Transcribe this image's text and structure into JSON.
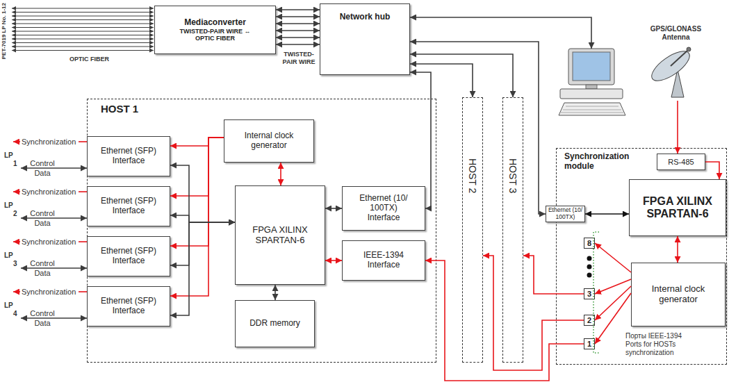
{
  "diagram": {
    "nodes": [
      {
        "text": [
          "Mediaconverter",
          "TWISTED-PAIR WIRE ↔ OPTIC FIBER"
        ]
      },
      {
        "text": [
          "Network hub"
        ]
      },
      {
        "text": [
          "HOST 1"
        ]
      },
      {
        "text": [
          "Internal clock generator"
        ],
        "in": 2
      },
      {
        "text": [
          "Ethernet (SFP) Interface"
        ],
        "in": 2
      },
      {
        "text": [
          "Ethernet (SFP) Interface"
        ],
        "in": 2
      },
      {
        "text": [
          "Ethernet (SFP) Interface"
        ],
        "in": 2
      },
      {
        "text": [
          "Ethernet (SFP) Interface"
        ],
        "in": 2
      },
      {
        "text": [
          "FPGA XILINX SPARTAN-6"
        ],
        "in": 2
      },
      {
        "text": [
          "Ethernet (10/ 100TX) Interface"
        ],
        "in": 2
      },
      {
        "text": [
          "IEEE-1394 Interface"
        ],
        "in": 2
      },
      {
        "text": [
          "DDR memory"
        ],
        "in": 2
      },
      {
        "text": [
          "HOST 2"
        ]
      },
      {
        "text": [
          "HOST 3"
        ]
      },
      {
        "text": [
          "Synchronization module"
        ]
      },
      {
        "text": [
          "RS-485"
        ],
        "in": 14
      },
      {
        "text": [
          "Ethernet (10/ 100TX)"
        ],
        "in": 14
      },
      {
        "text": [
          "FPGA XILINX SPARTAN-6"
        ],
        "in": 14
      },
      {
        "text": [
          "8"
        ],
        "in": 14
      },
      {
        "text": [
          "3"
        ],
        "in": 14
      },
      {
        "text": [
          "2"
        ],
        "in": 14
      },
      {
        "text": [
          "1"
        ],
        "in": 14
      },
      {
        "text": [
          "Internal clock generator"
        ],
        "in": 14
      }
    ],
    "edges": [
      {
        "from": 0,
        "to": 1,
        "arrow": "both"
      },
      {
        "from": 0,
        "to": 1,
        "arrow": "both"
      },
      {
        "from": 0,
        "to": 1,
        "arrow": "both"
      },
      {
        "from": 0,
        "to": 1,
        "arrow": "both"
      },
      {
        "from": 0,
        "to": 1,
        "arrow": "both"
      },
      {
        "from": 0,
        "to": 1,
        "arrow": "both"
      },
      {
        "from": 1,
        "to": 9,
        "arrow": "both"
      },
      {
        "from": 1,
        "to": 12,
        "arrow": "both"
      },
      {
        "from": 1,
        "to": 13,
        "arrow": "both"
      },
      {
        "from": 1,
        "to": 16,
        "arrow": "both"
      },
      {
        "from": 3,
        "to": 8,
        "arrow": "both"
      },
      {
        "from": 3,
        "to": 4,
        "arrow": "to"
      },
      {
        "from": 3,
        "to": 5,
        "arrow": "to"
      },
      {
        "from": 3,
        "to": 6,
        "arrow": "to"
      },
      {
        "from": 3,
        "to": 7,
        "arrow": "to"
      },
      {
        "from": 4,
        "to": 8,
        "arrow": "both"
      },
      {
        "from": 5,
        "to": 8,
        "arrow": "both"
      },
      {
        "from": 6,
        "to": 8,
        "arrow": "both"
      },
      {
        "from": 7,
        "to": 8,
        "arrow": "both"
      },
      {
        "from": 8,
        "to": 9,
        "arrow": "both"
      },
      {
        "from": 8,
        "to": 10,
        "arrow": "both"
      },
      {
        "from": 8,
        "to": 11,
        "arrow": "both"
      },
      {
        "from": 15,
        "to": 17,
        "arrow": "to"
      },
      {
        "from": 16,
        "to": 17,
        "arrow": "both"
      },
      {
        "from": 17,
        "to": 22,
        "arrow": "both"
      },
      {
        "from": 22,
        "to": 18,
        "arrow": "to"
      },
      {
        "from": 22,
        "to": 19,
        "arrow": "to"
      },
      {
        "from": 22,
        "to": 20,
        "arrow": "to"
      },
      {
        "from": 22,
        "to": 21,
        "arrow": "to"
      },
      {
        "from": 21,
        "to": 10,
        "arrow": "to"
      },
      {
        "from": 20,
        "to": 12,
        "arrow": "to"
      },
      {
        "from": 19,
        "to": 13,
        "arrow": "to"
      }
    ],
    "labels": [
      "PET-7019 LP No. 1-12",
      "OPTIC FIBER",
      "TWISTED-PAIR WIRE",
      "GPS/GLONASS Antenna",
      "Synchronization",
      "LP",
      "1",
      "Control Data",
      "Synchronization",
      "LP",
      "2",
      "Control Data",
      "Synchronization",
      "LP",
      "3",
      "Control Data",
      "Synchronization",
      "LP",
      "4",
      "Control Data",
      "Порты IEEE-1394 Ports for HOSTs synchronization"
    ]
  }
}
